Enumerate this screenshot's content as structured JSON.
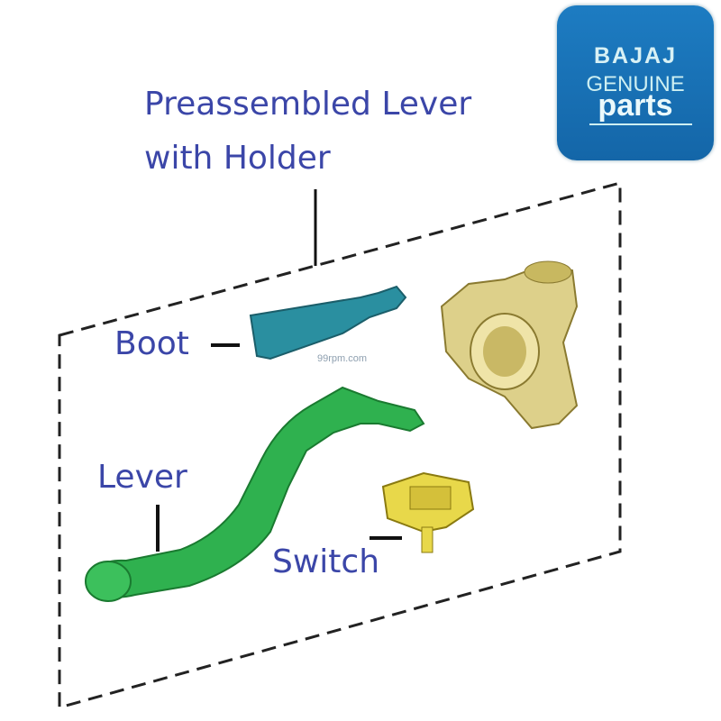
{
  "title_label": [
    "Preassembled Lever",
    "with Holder"
  ],
  "labels": {
    "boot": "Boot",
    "lever": "Lever",
    "switch": "Switch"
  },
  "logo": {
    "brand": "BAJAJ",
    "line2": "GENUINE",
    "line3": "parts"
  },
  "watermark": "99rpm.com",
  "colors": {
    "label": "#3b46a8",
    "logo_bg": "#1a73b8",
    "lever": "#2aa84a",
    "boot": "#2a8fa0",
    "holder": "#d8c870",
    "switch": "#e0d040"
  }
}
